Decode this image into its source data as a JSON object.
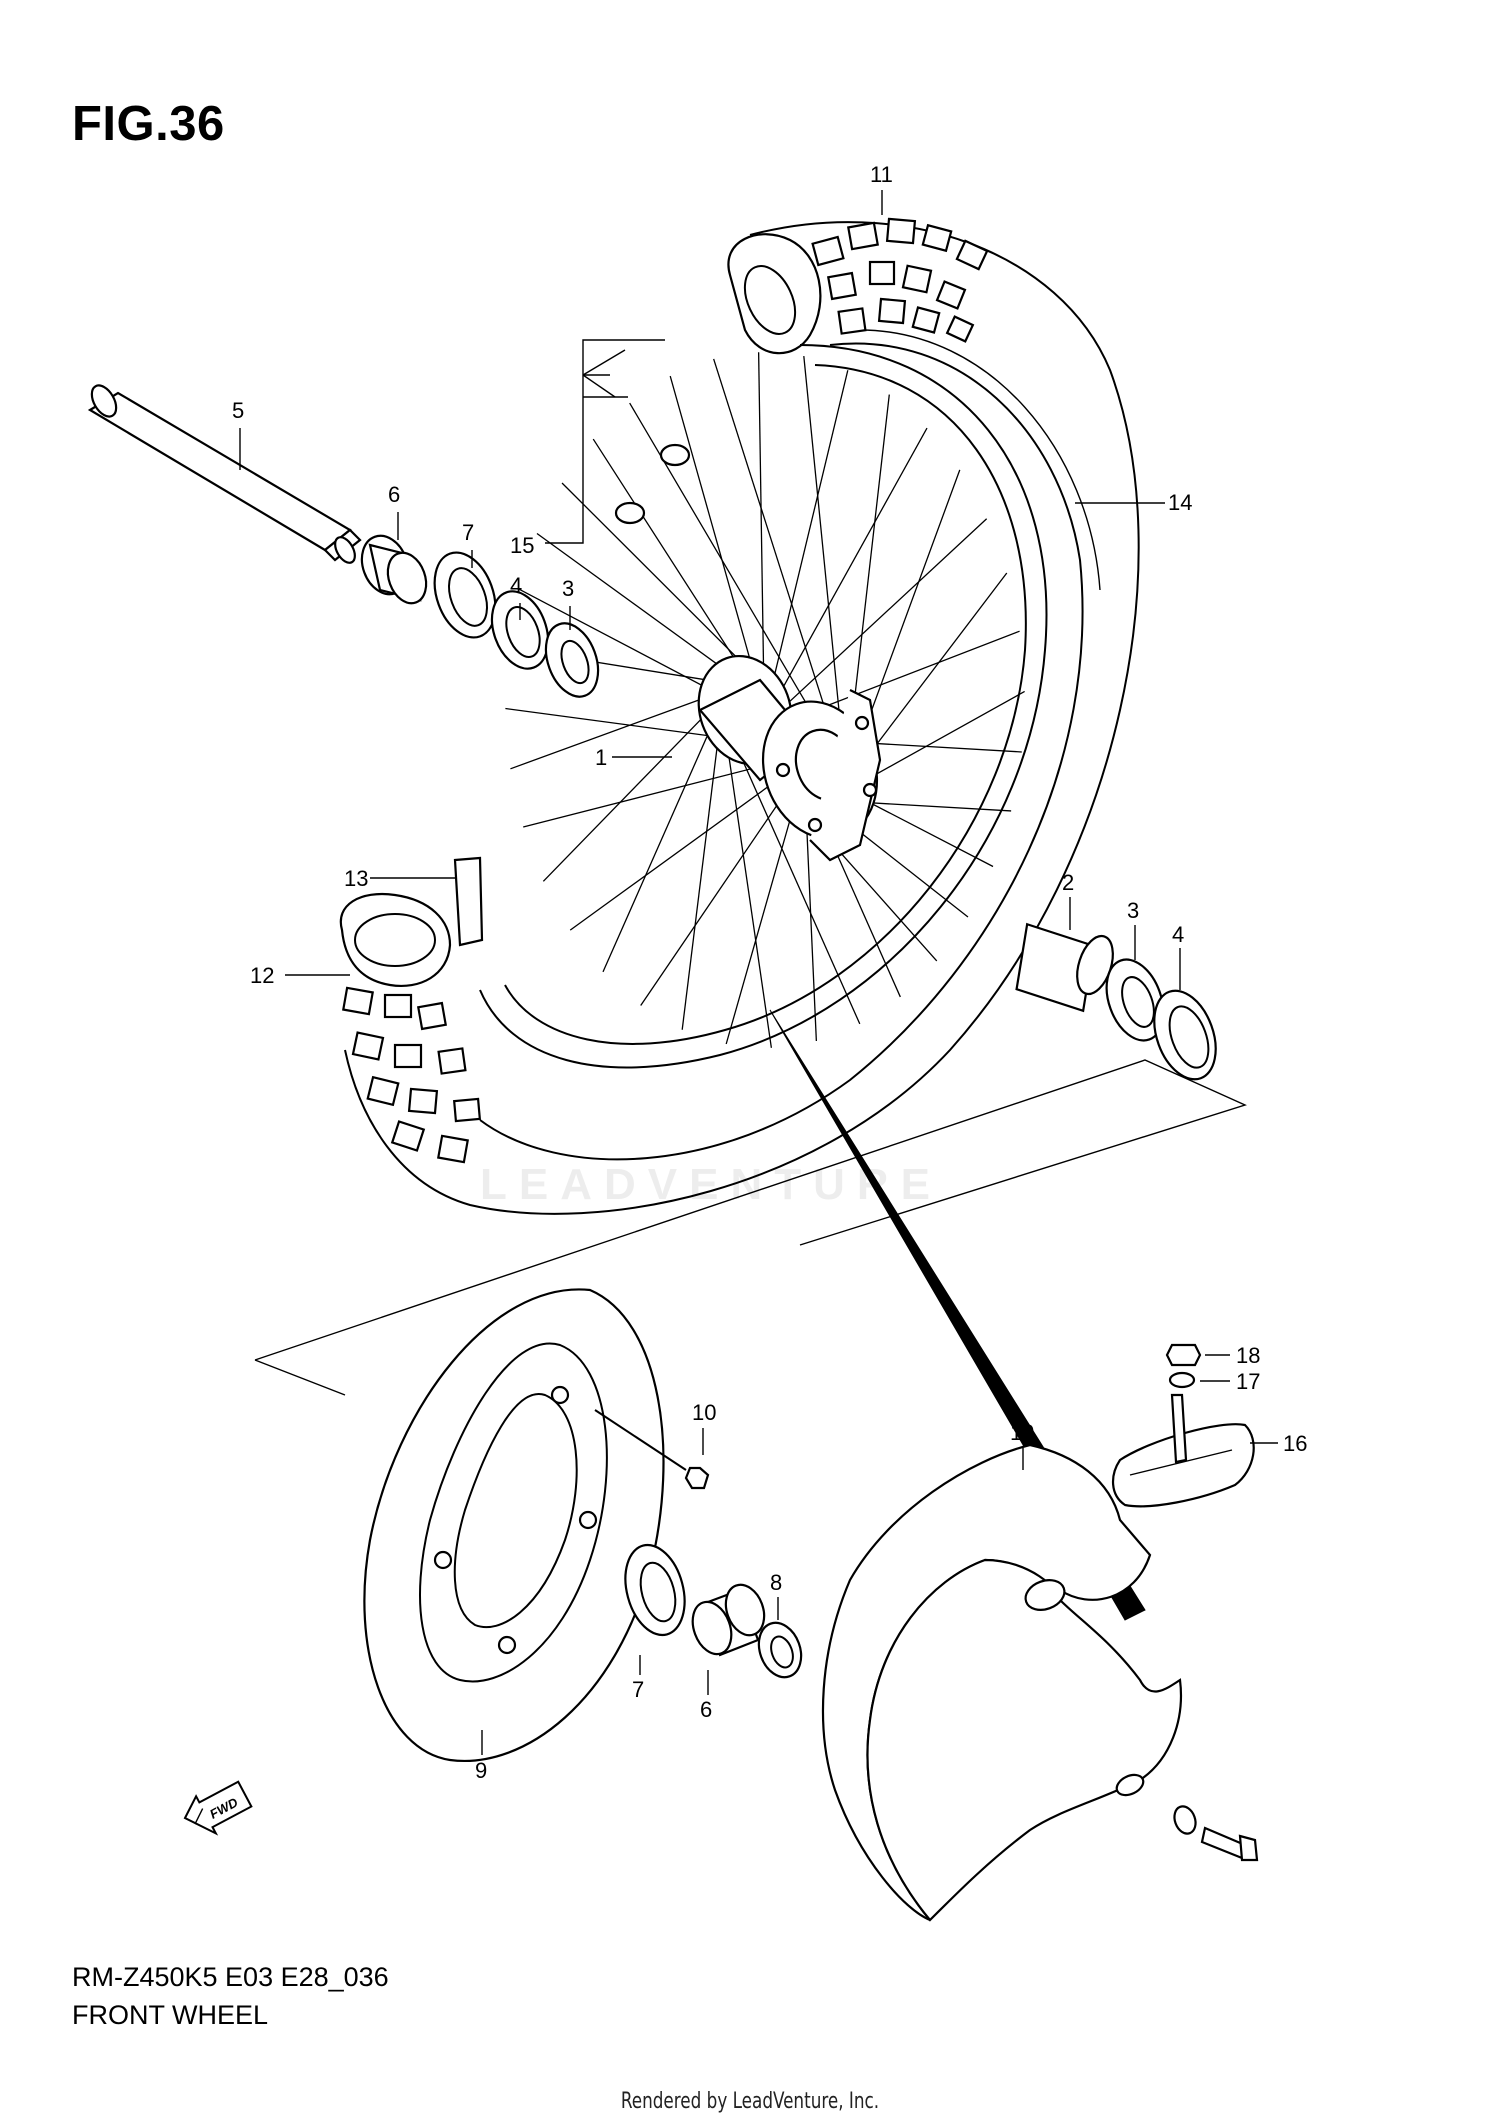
{
  "figure": {
    "title": "FIG.36",
    "model_code": "RM-Z450K5 E03 E28_036",
    "section_title": "FRONT WHEEL",
    "footer": "Rendered by LeadVenture, Inc.",
    "watermark": "LEADVENTURE",
    "fwd_badge": "FWD"
  },
  "callouts": [
    {
      "id": "1",
      "label": "1"
    },
    {
      "id": "2",
      "label": "2"
    },
    {
      "id": "3a",
      "label": "3"
    },
    {
      "id": "3b",
      "label": "3"
    },
    {
      "id": "4a",
      "label": "4"
    },
    {
      "id": "4b",
      "label": "4"
    },
    {
      "id": "5",
      "label": "5"
    },
    {
      "id": "6a",
      "label": "6"
    },
    {
      "id": "6b",
      "label": "6"
    },
    {
      "id": "7a",
      "label": "7"
    },
    {
      "id": "7b",
      "label": "7"
    },
    {
      "id": "8",
      "label": "8"
    },
    {
      "id": "9",
      "label": "9"
    },
    {
      "id": "10",
      "label": "10"
    },
    {
      "id": "11",
      "label": "11"
    },
    {
      "id": "12",
      "label": "12"
    },
    {
      "id": "13",
      "label": "13"
    },
    {
      "id": "14",
      "label": "14"
    },
    {
      "id": "15",
      "label": "15"
    },
    {
      "id": "16",
      "label": "16"
    },
    {
      "id": "17",
      "label": "17"
    },
    {
      "id": "18",
      "label": "18"
    },
    {
      "id": "19",
      "label": "19"
    }
  ]
}
